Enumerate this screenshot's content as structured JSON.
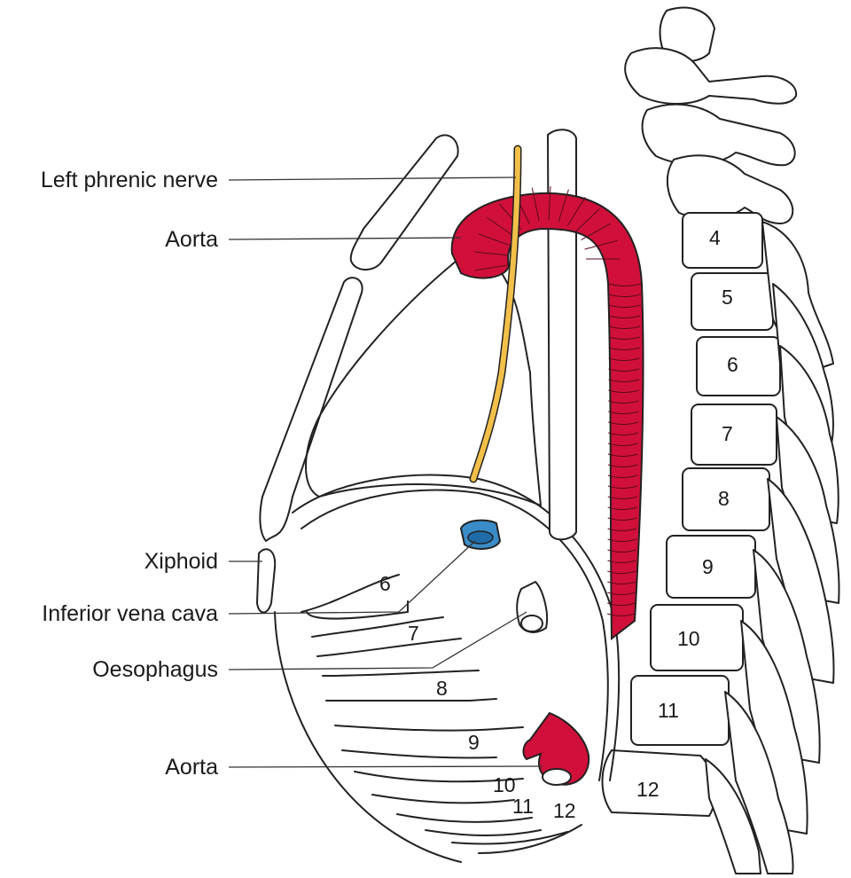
{
  "labels": {
    "left_phrenic_nerve": "Left phrenic nerve",
    "aorta_upper": "Aorta",
    "xiphoid": "Xiphoid",
    "inferior_vena_cava": "Inferior vena cava",
    "oesophagus": "Oesophagus",
    "aorta_lower": "Aorta"
  },
  "rib_numbers": [
    "6",
    "7",
    "8",
    "9",
    "10",
    "11",
    "12"
  ],
  "vertebra_numbers": [
    "4",
    "5",
    "6",
    "7",
    "8",
    "9",
    "10",
    "11",
    "12"
  ],
  "colors": {
    "aorta": "#d0103a",
    "phrenic_nerve": "#f2c04a",
    "inferior_vena_cava": "#3a8cc8",
    "outline": "#222222"
  }
}
